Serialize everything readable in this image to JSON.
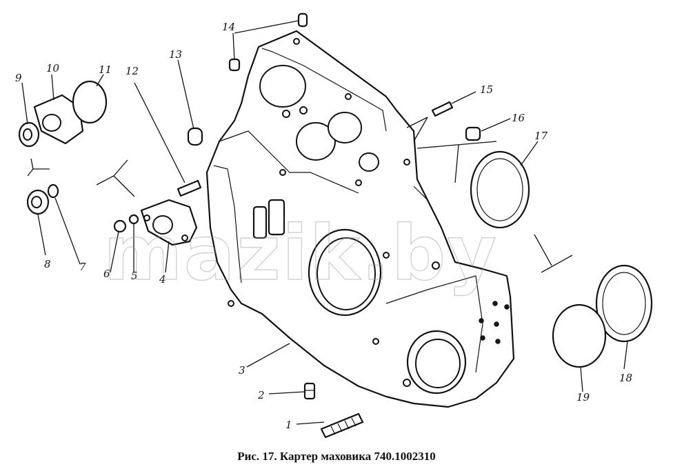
{
  "caption": "Рис. 17. Картер маховика 740.1002310",
  "watermark": "mazik.by",
  "callouts": [
    "1",
    "2",
    "3",
    "4",
    "5",
    "6",
    "7",
    "8",
    "9",
    "10",
    "11",
    "12",
    "13",
    "14",
    "15",
    "16",
    "17",
    "18",
    "19"
  ]
}
